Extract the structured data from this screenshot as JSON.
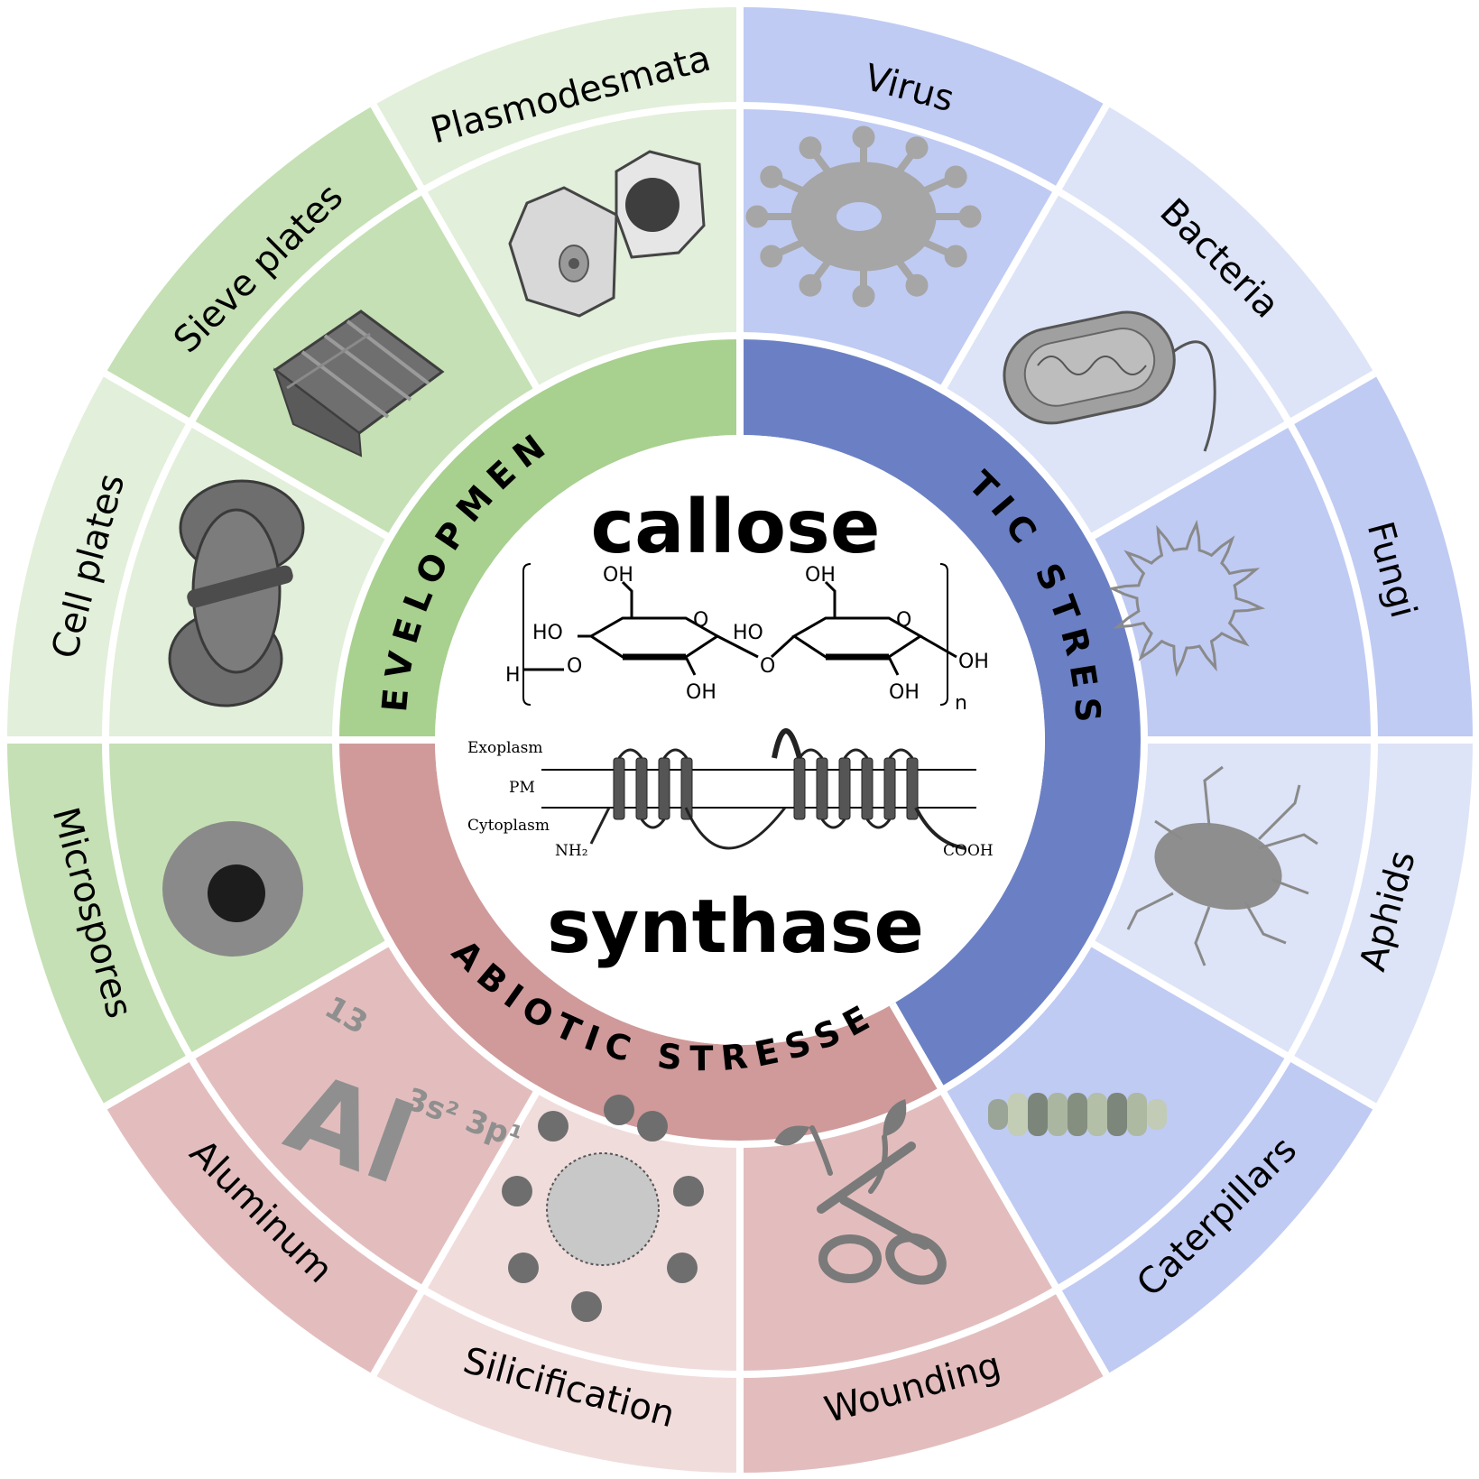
{
  "center": {
    "title_top": "callose",
    "title_bottom": "synthase",
    "chem": {
      "oh_top_left": "OH",
      "oh_top_right": "OH",
      "ho_left_1": "HO",
      "ho_left_2": "HO",
      "o_ring_1": "O",
      "o_ring_2": "O",
      "o_link_1": "O",
      "o_link_2": "O",
      "h_end": "H",
      "oh_end": "OH",
      "oh_bottom_1": "OH",
      "oh_bottom_2": "OH",
      "n": "n"
    },
    "membrane": {
      "exoplasm": "Exoplasm",
      "pm": "PM",
      "cytoplasm": "Cytoplasm",
      "nh2": "NH₂",
      "cooh": "COOH"
    }
  },
  "categories": {
    "development": "DEVELOPMENT",
    "biotic": "BIOTIC STRESSES",
    "abiotic": "ABIOTIC STRESSES"
  },
  "segments": {
    "plasmodesmata": "Plasmodesmata",
    "sieve_plates": "Sieve plates",
    "cell_plates": "Cell plates",
    "microspores": "Microspores",
    "virus": "Virus",
    "bacteria": "Bacteria",
    "fungi": "Fungi",
    "aphids": "Aphids",
    "caterpillars": "Caterpillars",
    "aluminum": "Aluminum",
    "silicification": "Silicification",
    "wounding": "Wounding"
  },
  "aluminum_icon": {
    "atomic_number": "13",
    "symbol": "Al",
    "config": "3s² 3p¹"
  },
  "colors": {
    "dev_dark": "#a8d08f",
    "dev_mid": "#c5e0b4",
    "dev_light": "#e2efda",
    "bio_dark": "#6b80c4",
    "bio_mid": "#bfcbf3",
    "bio_light": "#dde4f7",
    "abio_dark": "#d09a9a",
    "abio_mid": "#e3bdbd",
    "abio_light": "#f1dcdc"
  }
}
